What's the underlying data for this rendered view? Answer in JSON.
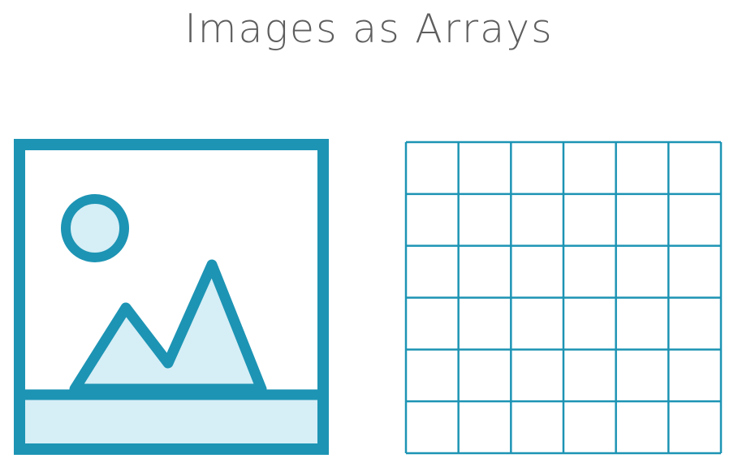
{
  "slide": {
    "title": "Images as Arrays"
  },
  "colors": {
    "accent": "#1d94b4",
    "accent_fill": "#d6eef6",
    "title_text": "#5e5e5e",
    "background": "#ffffff"
  },
  "icons": {
    "image_icon": "picture-icon",
    "grid": "pixel-grid"
  },
  "grid": {
    "rows": 6,
    "columns": 6
  }
}
